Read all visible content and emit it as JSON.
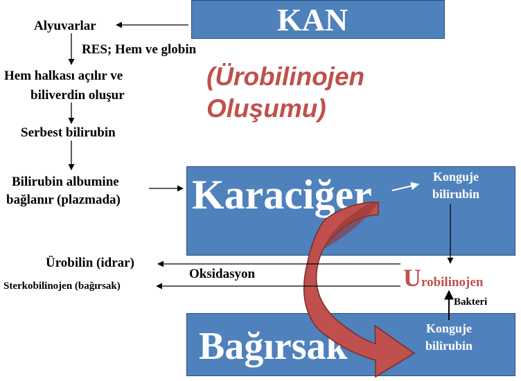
{
  "title": {
    "line1": "(Ürobilinojen",
    "line2": "Oluşumu)"
  },
  "boxes": {
    "kan": "KAN",
    "karaciger": "Karaciğer",
    "bagirsak": "Bağırsak"
  },
  "left_chain": {
    "alyuvarlar": "Alyuvarlar",
    "res": "RES; Hem ve globin",
    "hem_line1": "Hem halkası açılır ve",
    "hem_line2": "biliverdin oluşur",
    "serbest": "Serbest bilirubin",
    "albumin_line1": "Bilirubin albumine",
    "albumin_line2": "bağlanır (plazmada)"
  },
  "right_chain": {
    "konjuge_top_line1": "Konguje",
    "konjuge_top_line2": "bilirubin",
    "urobilinojen_first": "U",
    "urobilinojen_rest": "robilinojen",
    "bakteri": "Bakteri",
    "konjuge_bottom_line1": "Konguje",
    "konjuge_bottom_line2": "bilirubin"
  },
  "outputs": {
    "urobilin": "Ürobilin (idrar)",
    "oksidasyon": "Oksidasyon",
    "sterkobilinojen": "Sterkobilinojen (bağırsak)"
  },
  "colors": {
    "box": "#4f81bd",
    "accent": "#c0504d",
    "urobilinojen": "#c0504d",
    "curved_arrow": "#c0504d"
  }
}
